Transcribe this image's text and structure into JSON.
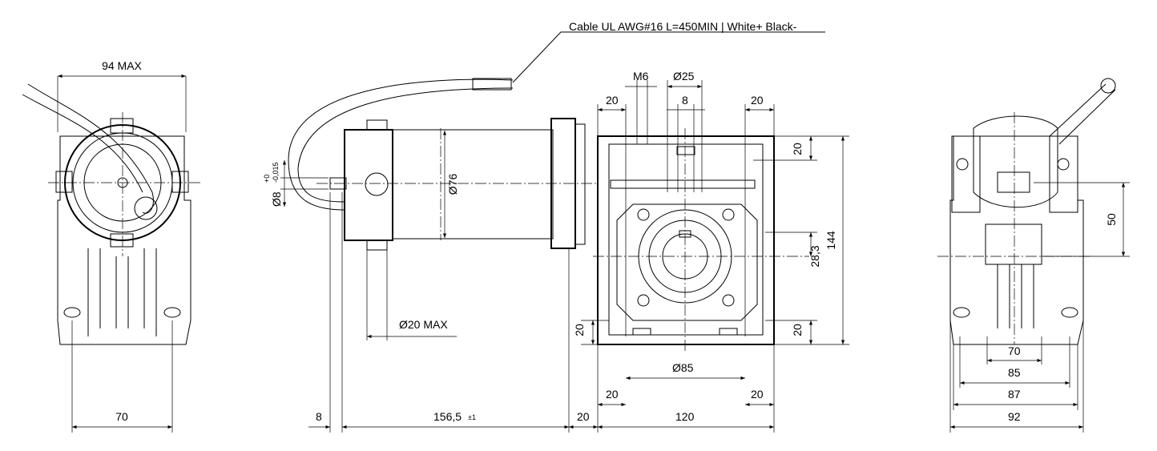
{
  "callout": {
    "cable": "Cable UL AWG#16 L=450MIN | White+ Black-"
  },
  "left_view": {
    "width_max": "94 MAX",
    "bottom": "70"
  },
  "side_view": {
    "shaft_dia": "Ø8",
    "tol_upper": "+0",
    "tol_lower": "-0,015",
    "motor_dia": "Ø76",
    "flange_dia": "Ø20 MAX",
    "offset": "8",
    "length": "156,5",
    "length_tol": "±1",
    "gap": "20"
  },
  "front_view": {
    "m6": "M6",
    "bore": "Ø25",
    "key": "8",
    "top_left": "20",
    "top_right": "20",
    "right_top": "20",
    "height": "144",
    "axis": "28,3",
    "left_bottom": "20",
    "right_bottom": "20",
    "pcd": "Ø85",
    "bot_left": "20",
    "bot_right": "20",
    "width": "120"
  },
  "right_view": {
    "height": "50",
    "w70": "70",
    "w85": "85",
    "w87": "87",
    "w92": "92"
  }
}
